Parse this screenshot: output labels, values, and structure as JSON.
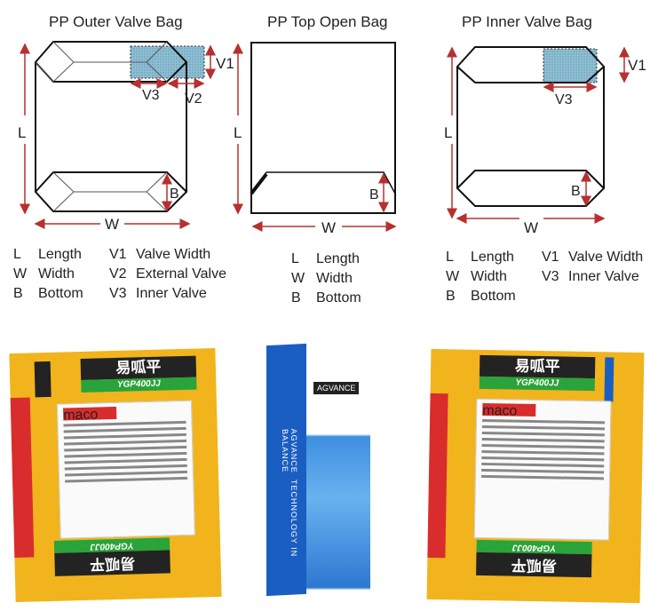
{
  "diagrams": [
    {
      "title": "PP Outer Valve Bag",
      "labels": {
        "L": "L",
        "W": "W",
        "B": "B",
        "V1": "V1",
        "V2": "V2",
        "V3": "V3"
      },
      "legend": [
        [
          "L",
          "Length"
        ],
        [
          "W",
          "Width"
        ],
        [
          "B",
          "Bottom"
        ],
        [
          "V1",
          "Valve Width"
        ],
        [
          "V2",
          "External Valve"
        ],
        [
          "V3",
          "Inner Valve"
        ]
      ]
    },
    {
      "title": "PP Top Open Bag",
      "labels": {
        "L": "L",
        "W": "W",
        "B": "B"
      },
      "legend": [
        [
          "L",
          "Length"
        ],
        [
          "W",
          "Width"
        ],
        [
          "B",
          "Bottom"
        ]
      ]
    },
    {
      "title": "PP Inner Valve Bag",
      "labels": {
        "L": "L",
        "W": "W",
        "B": "B",
        "V1": "V1",
        "V3": "V3"
      },
      "legend": [
        [
          "L",
          "Length"
        ],
        [
          "W",
          "Width"
        ],
        [
          "B",
          "Bottom"
        ],
        [
          "V1",
          "Valve Width"
        ],
        [
          "V3",
          "Inner Valve"
        ]
      ]
    }
  ],
  "photos": {
    "brand_cn": "易呱平",
    "model": "YGP400JJ",
    "logo": "maco",
    "agvance": "AGVANCE",
    "tagline": "TECHNOLOGY IN BALANCE"
  },
  "colors": {
    "arrow": "#b5302f",
    "valve": "#7fb4cc",
    "yellow": "#f1b41c",
    "blue": "#1a5fc0"
  }
}
